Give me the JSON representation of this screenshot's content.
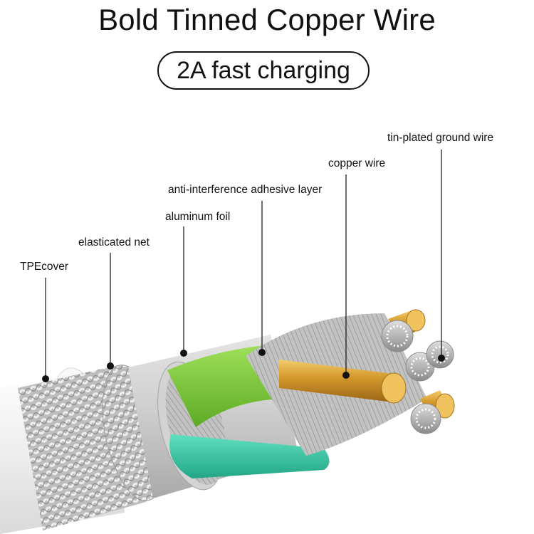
{
  "header": {
    "title": "Bold Tinned Copper Wire",
    "badge": "2A fast charging"
  },
  "labels": {
    "tpe": "TPEcover",
    "net": "elasticated net",
    "foil": "aluminum foil",
    "adhesive": "anti-interference adhesive layer",
    "copper": "copper wire",
    "ground": "tin-plated ground wire"
  },
  "colors": {
    "jacket": "#f4f4f4",
    "braid": "#c9c9c9",
    "foil": "#d8d8d8",
    "adhesive_green": "#7fcf3c",
    "teal_insulation": "#3ac7a5",
    "copper": "#d9a23b",
    "strand": "#b9b9b9"
  }
}
